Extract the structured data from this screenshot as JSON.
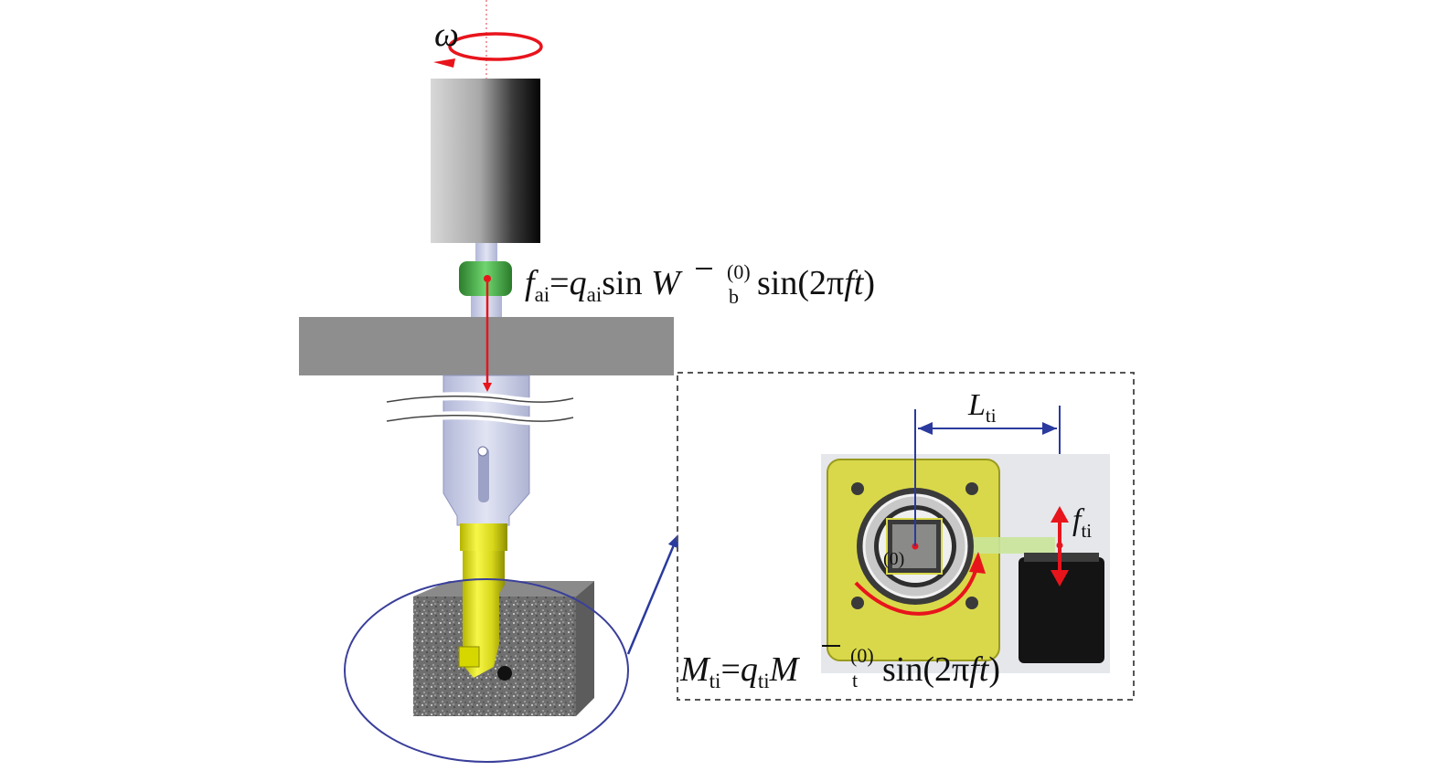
{
  "labels": {
    "omega": "ω",
    "zero": "(0)"
  },
  "formula_axial": {
    "f": "f",
    "f_sub": "ai",
    "eq": "=",
    "q": "q",
    "q_sub": "ai",
    "sin1": "sin ",
    "W": "W",
    "W_sup": "(0)",
    "W_sub": "b",
    "tail": "sin(2π",
    "ft": "ft",
    "close": ")"
  },
  "formula_torsional": {
    "M": "M",
    "M_sub": "ti",
    "eq": "=",
    "q": "q",
    "q_sub": "ti",
    "Mbar": "M",
    "Mbar_sup": "(0)",
    "Mbar_sub": "t",
    "tail": "sin(2π",
    "ft": "ft",
    "close": ")"
  },
  "dimension": {
    "L": "L",
    "L_sub": "ti"
  },
  "force_label": {
    "f": "f",
    "f_sub": "ti"
  },
  "colors": {
    "force_arrow": "#e8141c",
    "dimension_line": "#2b3a9e",
    "circle_outline": "#3a3f9a",
    "inset_border": "#555555",
    "plate": "#8e8e8e",
    "rod": "#c9cde4",
    "bit": "#e8e81a",
    "clamp_green": "#3aa83a",
    "yellow_plate": "#d9d84a",
    "rock": "#7b7b7b"
  }
}
